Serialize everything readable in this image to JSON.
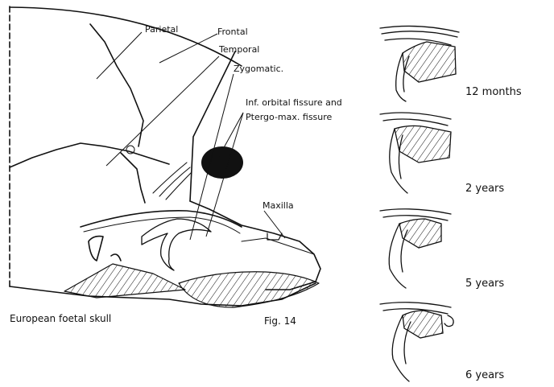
{
  "labels": {
    "parietal": "Parietal",
    "frontal": "Frontal",
    "temporal": "Temporal",
    "zygomatic": "Zygomatic.",
    "inf_orbital_line1": "Inf. orbital fissure and",
    "inf_orbital_line2": "Ptergo-max. fissure",
    "maxilla": "Maxilla"
  },
  "caption": "European foetal skull",
  "figure_number": "Fig. 14",
  "age_series": [
    "12 months",
    "2 years",
    "5 years",
    "6 years"
  ],
  "colors": {
    "ink": "#111111",
    "paper": "#ffffff"
  }
}
